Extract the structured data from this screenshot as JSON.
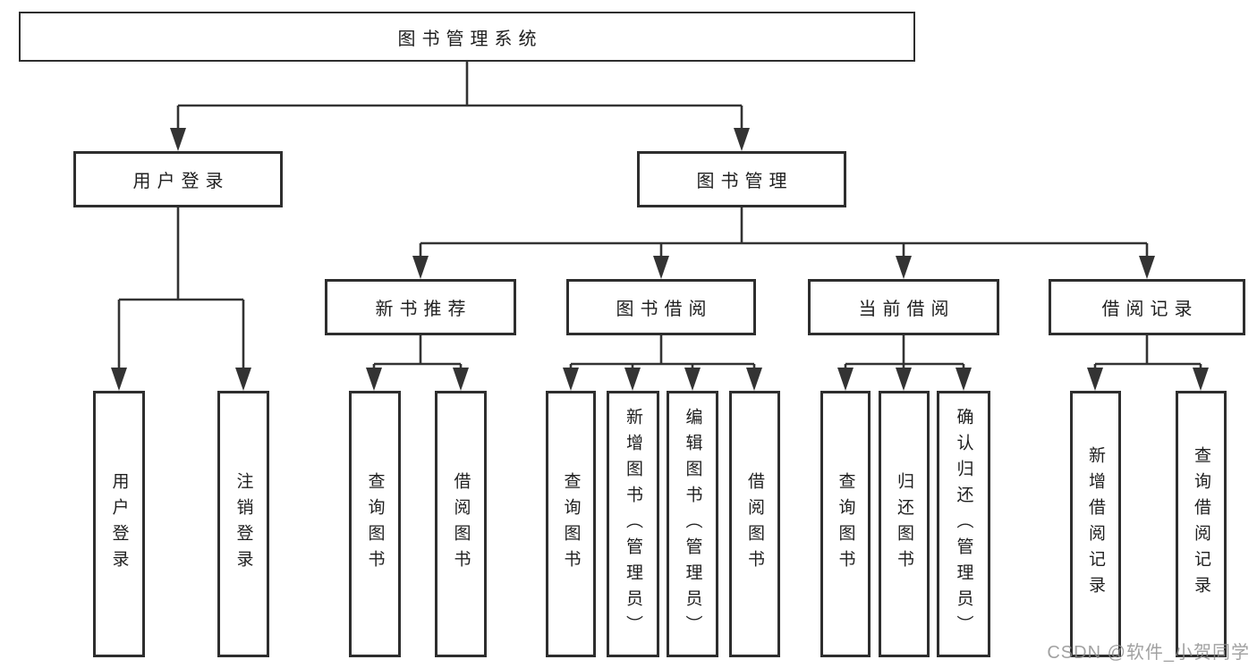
{
  "colors": {
    "line": "#333333",
    "box_border": "#2e2e2e",
    "text": "#1f1f1f",
    "background": "#ffffff",
    "watermark": "#8c8c8c"
  },
  "diagram": {
    "title": "图书管理系统",
    "branches": [
      {
        "label": "用户登录",
        "children": [
          {
            "label": "用户登录"
          },
          {
            "label": "注销登录"
          }
        ]
      },
      {
        "label": "图书管理",
        "children": [
          {
            "label": "新书推荐",
            "children": [
              {
                "label": "查询图书"
              },
              {
                "label": "借阅图书"
              }
            ]
          },
          {
            "label": "图书借阅",
            "children": [
              {
                "label": "查询图书"
              },
              {
                "label": "新增图书（管理员）"
              },
              {
                "label": "编辑图书（管理员）"
              },
              {
                "label": "借阅图书"
              }
            ]
          },
          {
            "label": "当前借阅",
            "children": [
              {
                "label": "查询图书"
              },
              {
                "label": "归还图书"
              },
              {
                "label": "确认归还（管理员）"
              }
            ]
          },
          {
            "label": "借阅记录",
            "children": [
              {
                "label": "新增借阅记录"
              },
              {
                "label": "查询借阅记录"
              }
            ]
          }
        ]
      }
    ]
  },
  "watermark": {
    "text": "CSDN @软件_小贺同学"
  }
}
